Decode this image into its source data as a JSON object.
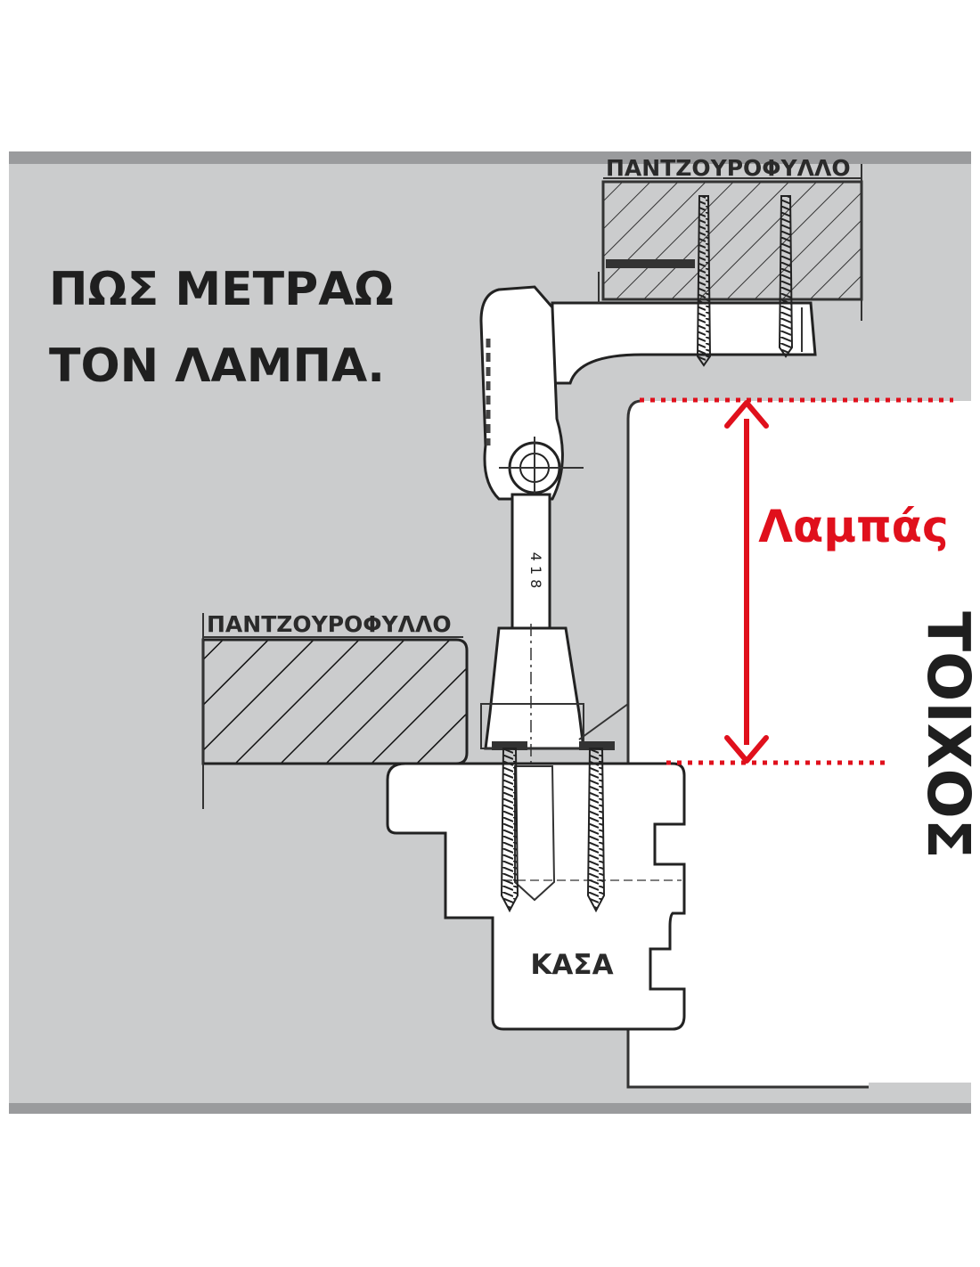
{
  "title": {
    "line1": "ΠΩΣ ΜΕΤΡΑΩ",
    "line2": "ΤΟΝ ΛΑΜΠΑ."
  },
  "labels": {
    "sash_top": "ΠΑΝΤΖΟΥΡΟΦΥΛΛΟ",
    "sash_left": "ΠΑΝΤΖΟΥΡΟΦΥΛΛΟ",
    "frame": "ΚΑΣΑ",
    "wall": "ΤΟΙΧΟΣ",
    "reveal": "Λαμπάς",
    "hinge_mark": "4 1 8"
  },
  "colors": {
    "background_panel": "#cbcccd",
    "panel_border": "#9a9b9d",
    "measure_red": "#e0101c",
    "ink": "#1f1f1f"
  }
}
